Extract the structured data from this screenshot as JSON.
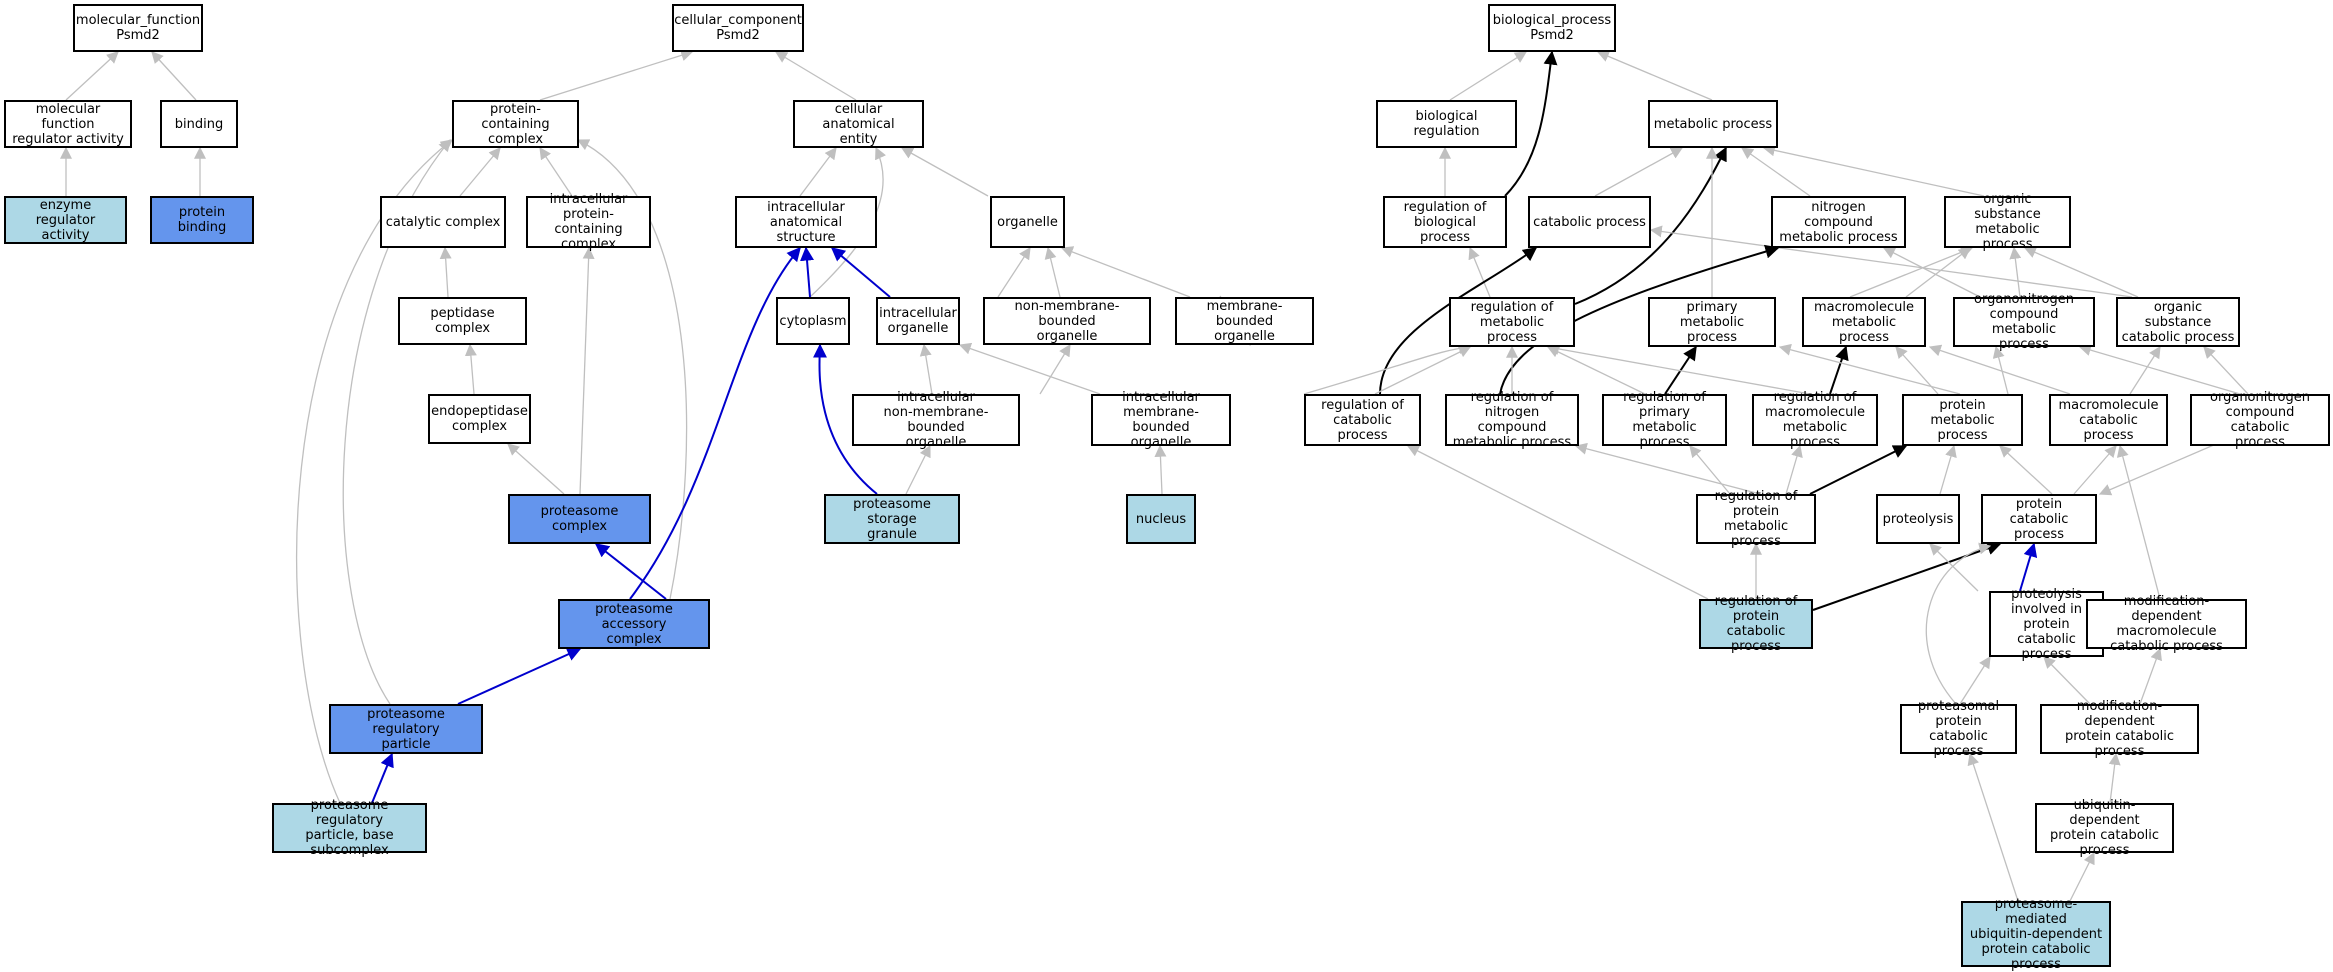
{
  "colors": {
    "white_fill": "#ffffff",
    "light_fill": "#add8e6",
    "blue_fill": "#6495ed",
    "edge_gray": "#bfbfbf",
    "edge_blue": "#0000cd",
    "edge_black": "#000000"
  },
  "nodes": {
    "mf_root": "molecular_function\nPsmd2",
    "mf_regulator": "molecular function\nregulator activity",
    "binding": "binding",
    "enzyme_regulator": "enzyme regulator\nactivity",
    "protein_binding": "protein binding",
    "cc_root": "cellular_component\nPsmd2",
    "protein_containing_complex": "protein-containing\ncomplex",
    "cellular_anatomical_entity": "cellular anatomical\nentity",
    "catalytic_complex": "catalytic complex",
    "intracellular_protein_complex": "intracellular\nprotein-containing\ncomplex",
    "intracellular_anatomical_structure": "intracellular\nanatomical structure",
    "organelle": "organelle",
    "peptidase_complex": "peptidase complex",
    "cytoplasm": "cytoplasm",
    "intracellular_organelle": "intracellular\norganelle",
    "non_membrane_bounded_organelle": "non-membrane-bounded\norganelle",
    "membrane_bounded_organelle": "membrane-bounded\norganelle",
    "endopeptidase_complex": "endopeptidase\ncomplex",
    "intracellular_non_membrane_organelle": "intracellular\nnon-membrane-bounded\norganelle",
    "intracellular_membrane_organelle": "intracellular\nmembrane-bounded\norganelle",
    "proteasome_complex": "proteasome complex",
    "proteasome_storage_granule": "proteasome storage\ngranule",
    "nucleus": "nucleus",
    "proteasome_accessory_complex": "proteasome accessory\ncomplex",
    "proteasome_regulatory_particle": "proteasome regulatory\nparticle",
    "proteasome_regulatory_base": "proteasome regulatory\nparticle, base\nsubcomplex",
    "bp_root": "biological_process\nPsmd2",
    "biological_regulation": "biological regulation",
    "metabolic_process": "metabolic process",
    "regulation_of_biological_process": "regulation of\nbiological process",
    "catabolic_process": "catabolic process",
    "nitrogen_compound_metabolic": "nitrogen compound\nmetabolic process",
    "organic_substance_metabolic": "organic substance\nmetabolic process",
    "regulation_of_metabolic": "regulation of\nmetabolic process",
    "primary_metabolic": "primary metabolic\nprocess",
    "macromolecule_metabolic": "macromolecule\nmetabolic process",
    "organonitrogen_compound_metabolic": "organonitrogen\ncompound metabolic\nprocess",
    "organic_substance_catabolic": "organic substance\ncatabolic process",
    "regulation_of_catabolic": "regulation of\ncatabolic process",
    "regulation_of_nitrogen_compound": "regulation of\nnitrogen compound\nmetabolic process",
    "regulation_of_primary_metabolic": "regulation of\nprimary metabolic\nprocess",
    "regulation_of_macromolecule_metabolic": "regulation of\nmacromolecule\nmetabolic process",
    "protein_metabolic": "protein metabolic\nprocess",
    "macromolecule_catabolic": "macromolecule\ncatabolic process",
    "organonitrogen_compound_catabolic": "organonitrogen\ncompound catabolic\nprocess",
    "regulation_of_protein_metabolic": "regulation of\nprotein metabolic\nprocess",
    "proteolysis": "proteolysis",
    "protein_catabolic": "protein catabolic\nprocess",
    "regulation_of_protein_catabolic": "regulation of\nprotein catabolic\nprocess",
    "proteolysis_in_protein_catabolic": "proteolysis\ninvolved in\nprotein catabolic\nprocess",
    "modification_dependent_macromolecule_catabolic": "modification-dependent\nmacromolecule\ncatabolic process",
    "proteasomal_protein_catabolic": "proteasomal\nprotein catabolic\nprocess",
    "modification_dependent_protein_catabolic": "modification-dependent\nprotein catabolic\nprocess",
    "ubiquitin_dependent_protein_catabolic": "ubiquitin-dependent\nprotein catabolic\nprocess",
    "proteasome_mediated_ubiquitin": "proteasome-mediated\nubiquitin-dependent\nprotein catabolic\nprocess"
  }
}
